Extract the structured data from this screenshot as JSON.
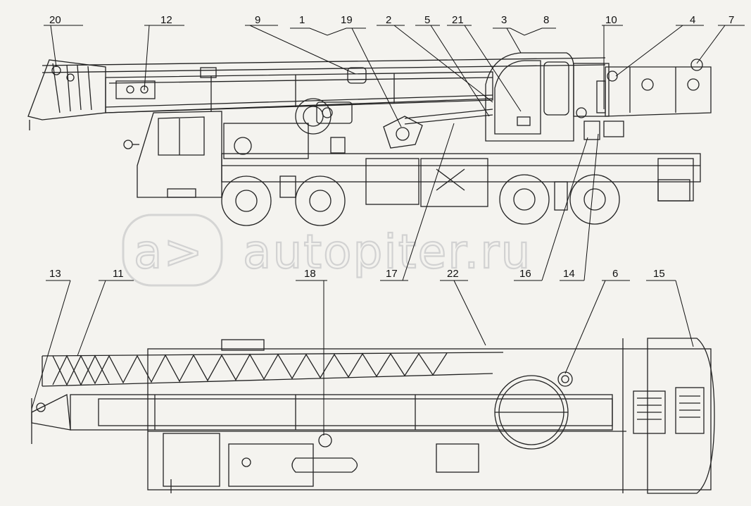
{
  "watermark": {
    "text": "autopiter.ru",
    "logo_glyph": "a>"
  },
  "callouts": [
    {
      "id": "c20",
      "label": "20"
    },
    {
      "id": "c12",
      "label": "12"
    },
    {
      "id": "c9",
      "label": "9"
    },
    {
      "id": "c1",
      "label": "1"
    },
    {
      "id": "c19",
      "label": "19"
    },
    {
      "id": "c2",
      "label": "2"
    },
    {
      "id": "c5",
      "label": "5"
    },
    {
      "id": "c21",
      "label": "21"
    },
    {
      "id": "c3",
      "label": "3"
    },
    {
      "id": "c8",
      "label": "8"
    },
    {
      "id": "c10",
      "label": "10"
    },
    {
      "id": "c4",
      "label": "4"
    },
    {
      "id": "c7",
      "label": "7"
    },
    {
      "id": "c13",
      "label": "13"
    },
    {
      "id": "c11",
      "label": "11"
    },
    {
      "id": "c18",
      "label": "18"
    },
    {
      "id": "c17",
      "label": "17"
    },
    {
      "id": "c22",
      "label": "22"
    },
    {
      "id": "c16",
      "label": "16"
    },
    {
      "id": "c14",
      "label": "14"
    },
    {
      "id": "c6",
      "label": "6"
    },
    {
      "id": "c15",
      "label": "15"
    }
  ]
}
